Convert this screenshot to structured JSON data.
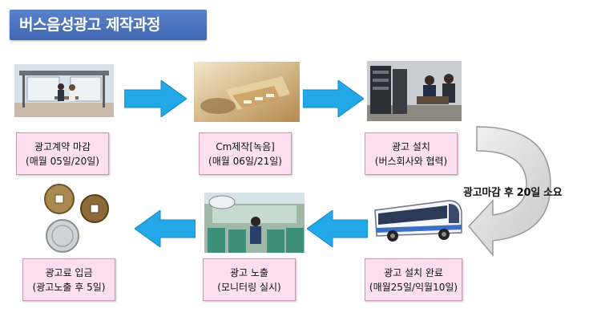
{
  "title": "버스음성광고 제작과정",
  "steps": [
    {
      "line1": "광고계약 마감",
      "line2": "(매월 05일/20일)"
    },
    {
      "line1": "Cm제작[녹음]",
      "line2": "(매월 06일/21일)"
    },
    {
      "line1": "광고 설치",
      "line2": "(버스회사와 협력)"
    },
    {
      "line1": "광고 설치 완료",
      "line2": "(매월25일/익월10일)"
    },
    {
      "line1": "광고 노출",
      "line2": "(모니터링 실시)"
    },
    {
      "line1": "광고료 입금",
      "line2": "(광고노출 후 5일)"
    }
  ],
  "uturn_label": "광고마감 후 20일 소요",
  "colors": {
    "title_bg": "#4a72bf",
    "label_bg": "#fde0f0",
    "arrow": "#22a8e6"
  }
}
